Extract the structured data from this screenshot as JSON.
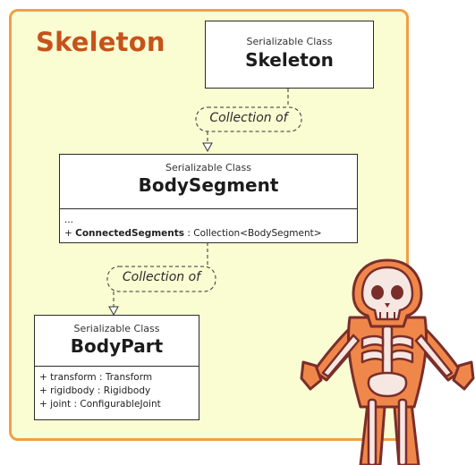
{
  "panel": {
    "title": "Skeleton"
  },
  "boxes": {
    "skeleton": {
      "stereotype": "Serializable Class",
      "name": "Skeleton"
    },
    "body_segment": {
      "stereotype": "Serializable Class",
      "name": "BodySegment",
      "ellipsis": "...",
      "members": [
        {
          "prefix": "+ ",
          "name": "ConnectedSegments",
          "type": " : Collection<BodySegment>"
        }
      ]
    },
    "body_part": {
      "stereotype": "Serializable Class",
      "name": "BodyPart",
      "members": [
        "+ transform : Transform",
        "+ rigidbody : Rigidbody",
        "+ joint : ConfigurableJoint"
      ]
    }
  },
  "relations": [
    {
      "label": "Collection of"
    },
    {
      "label": "Collection of"
    }
  ],
  "illustration": {
    "icon": "skeleton-icon",
    "color": "#f0874a",
    "outline": "#7a2e2a"
  },
  "colors": {
    "panel_bg": "#fafcd2",
    "panel_border": "#f0a043",
    "title": "#c5531b"
  }
}
